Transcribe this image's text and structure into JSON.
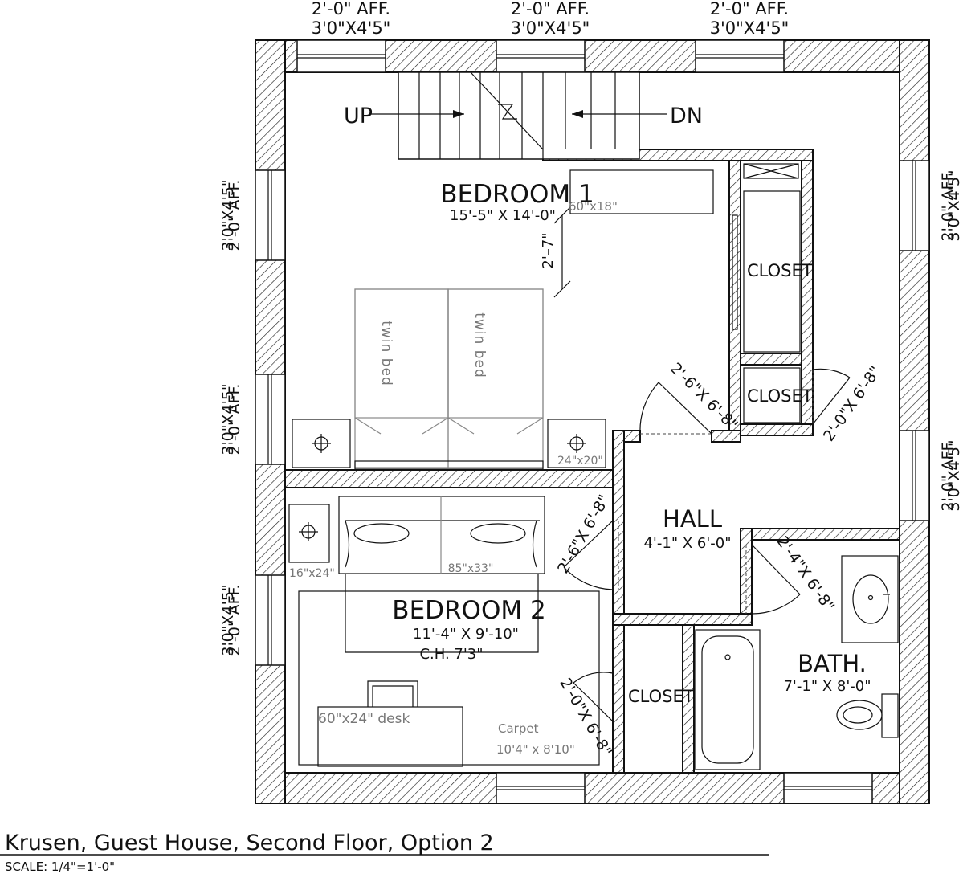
{
  "window_labels": {
    "top_aff": "2'-0\" AFF.",
    "top_size": "3'0\"X4'5\"",
    "side_aff": "2'-0\" AFF.",
    "side_size": "3'0\"X4'5\""
  },
  "stairs": {
    "up": "UP",
    "down": "DN"
  },
  "rooms": {
    "bedroom1": {
      "name": "BEDROOM 1",
      "size": "15'-5\" X 14'-0\""
    },
    "bedroom2": {
      "name": "BEDROOM 2",
      "size": "11'-4\" X 9'-10\"",
      "ceiling": "C.H. 7'3\""
    },
    "hall": {
      "name": "HALL",
      "size": "4'-1\" X 6'-0\""
    },
    "bath": {
      "name": "BATH.",
      "size": "7'-1\" X 8'-0\""
    },
    "closet": "CLOSET"
  },
  "doors": {
    "d_2_6": "2'-6\"X 6'-8\"",
    "d_2_0": "2'-0\"X 6'-8\"",
    "d_2_4": "2'-4\"X 6'-8\""
  },
  "dimension": "2'–7\"",
  "furniture": {
    "dresser": "60\"x18\"",
    "twin_bed": "twin bed",
    "nightstand": "24\"x20\"",
    "side_table": "16\"x24\"",
    "sofa": "85\"x33\"",
    "desk": "60\"x24\"  desk",
    "carpet": "Carpet",
    "carpet_size": "10'4\" x 8'10\""
  },
  "title": "Krusen, Guest House, Second Floor, Option 2",
  "scale": "SCALE: 1/4\"=1'-0\""
}
